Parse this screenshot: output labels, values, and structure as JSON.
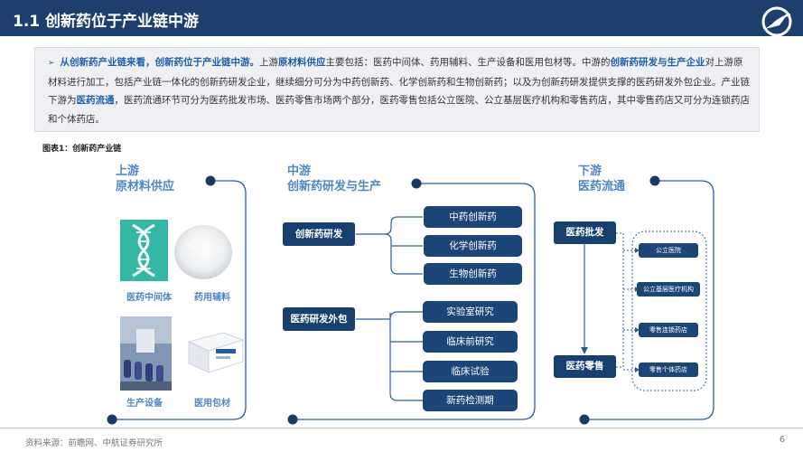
{
  "header": {
    "title": "1.1 创新药位于产业链中游"
  },
  "summary": {
    "bullet": "➢",
    "p1": "从创新药产业链来看，创新药位于产业链中游。",
    "p2": "上游",
    "p3": "原材料供应",
    "p4": "主要包括：医药中间体、药用辅料、生产设备和医用包材等。中游的",
    "p5": "创新药研发与生产企业",
    "p6": "对上游原材料进行加工，包括产业链一体化的创新药研发企业，继续细分可分为中药创新药、化学创新药和生物创新药；以及为创新药研发提供支撑的医药研发外包企业。产业链下游为",
    "p7": "医药流通",
    "p8": "，医药流通环节可分为医药批发市场、医药零售市场两个部分，医药零售包括公立医院、公立基层医疗机构和零售药店，其中零售药店又可分为连锁药店和个体药店。"
  },
  "figure": {
    "caption": "图表1：创新药产业链"
  },
  "upstream": {
    "title_line1": "上游",
    "title_line2": "原材料供应",
    "items": [
      "医药中间体",
      "药用辅料",
      "生产设备",
      "医用包材"
    ]
  },
  "midstream": {
    "title_line1": "中游",
    "title_line2": "创新药研发与生产",
    "rd": {
      "label": "创新药研发",
      "children": [
        "中药创新药",
        "化学创新药",
        "生物创新药"
      ]
    },
    "cro": {
      "label": "医药研发外包",
      "children": [
        "实验室研究",
        "临床前研究",
        "临床试验",
        "新药检测期"
      ]
    }
  },
  "downstream": {
    "title_line1": "下游",
    "title_line2": "医药流通",
    "wholesale": "医药批发",
    "retail": "医药零售",
    "outlets": [
      "公立医院",
      "公立基层医疗机构",
      "零售连锁药店",
      "零售个体药店"
    ]
  },
  "footer": {
    "source": "资料来源：前瞻网、中航证券研究所",
    "page": "6"
  },
  "colors": {
    "navy": "#1c3f6e",
    "accent": "#1f5fa8",
    "section_title": "#4f86c3",
    "box": "#1c4677",
    "dot": "#1a3a63"
  }
}
